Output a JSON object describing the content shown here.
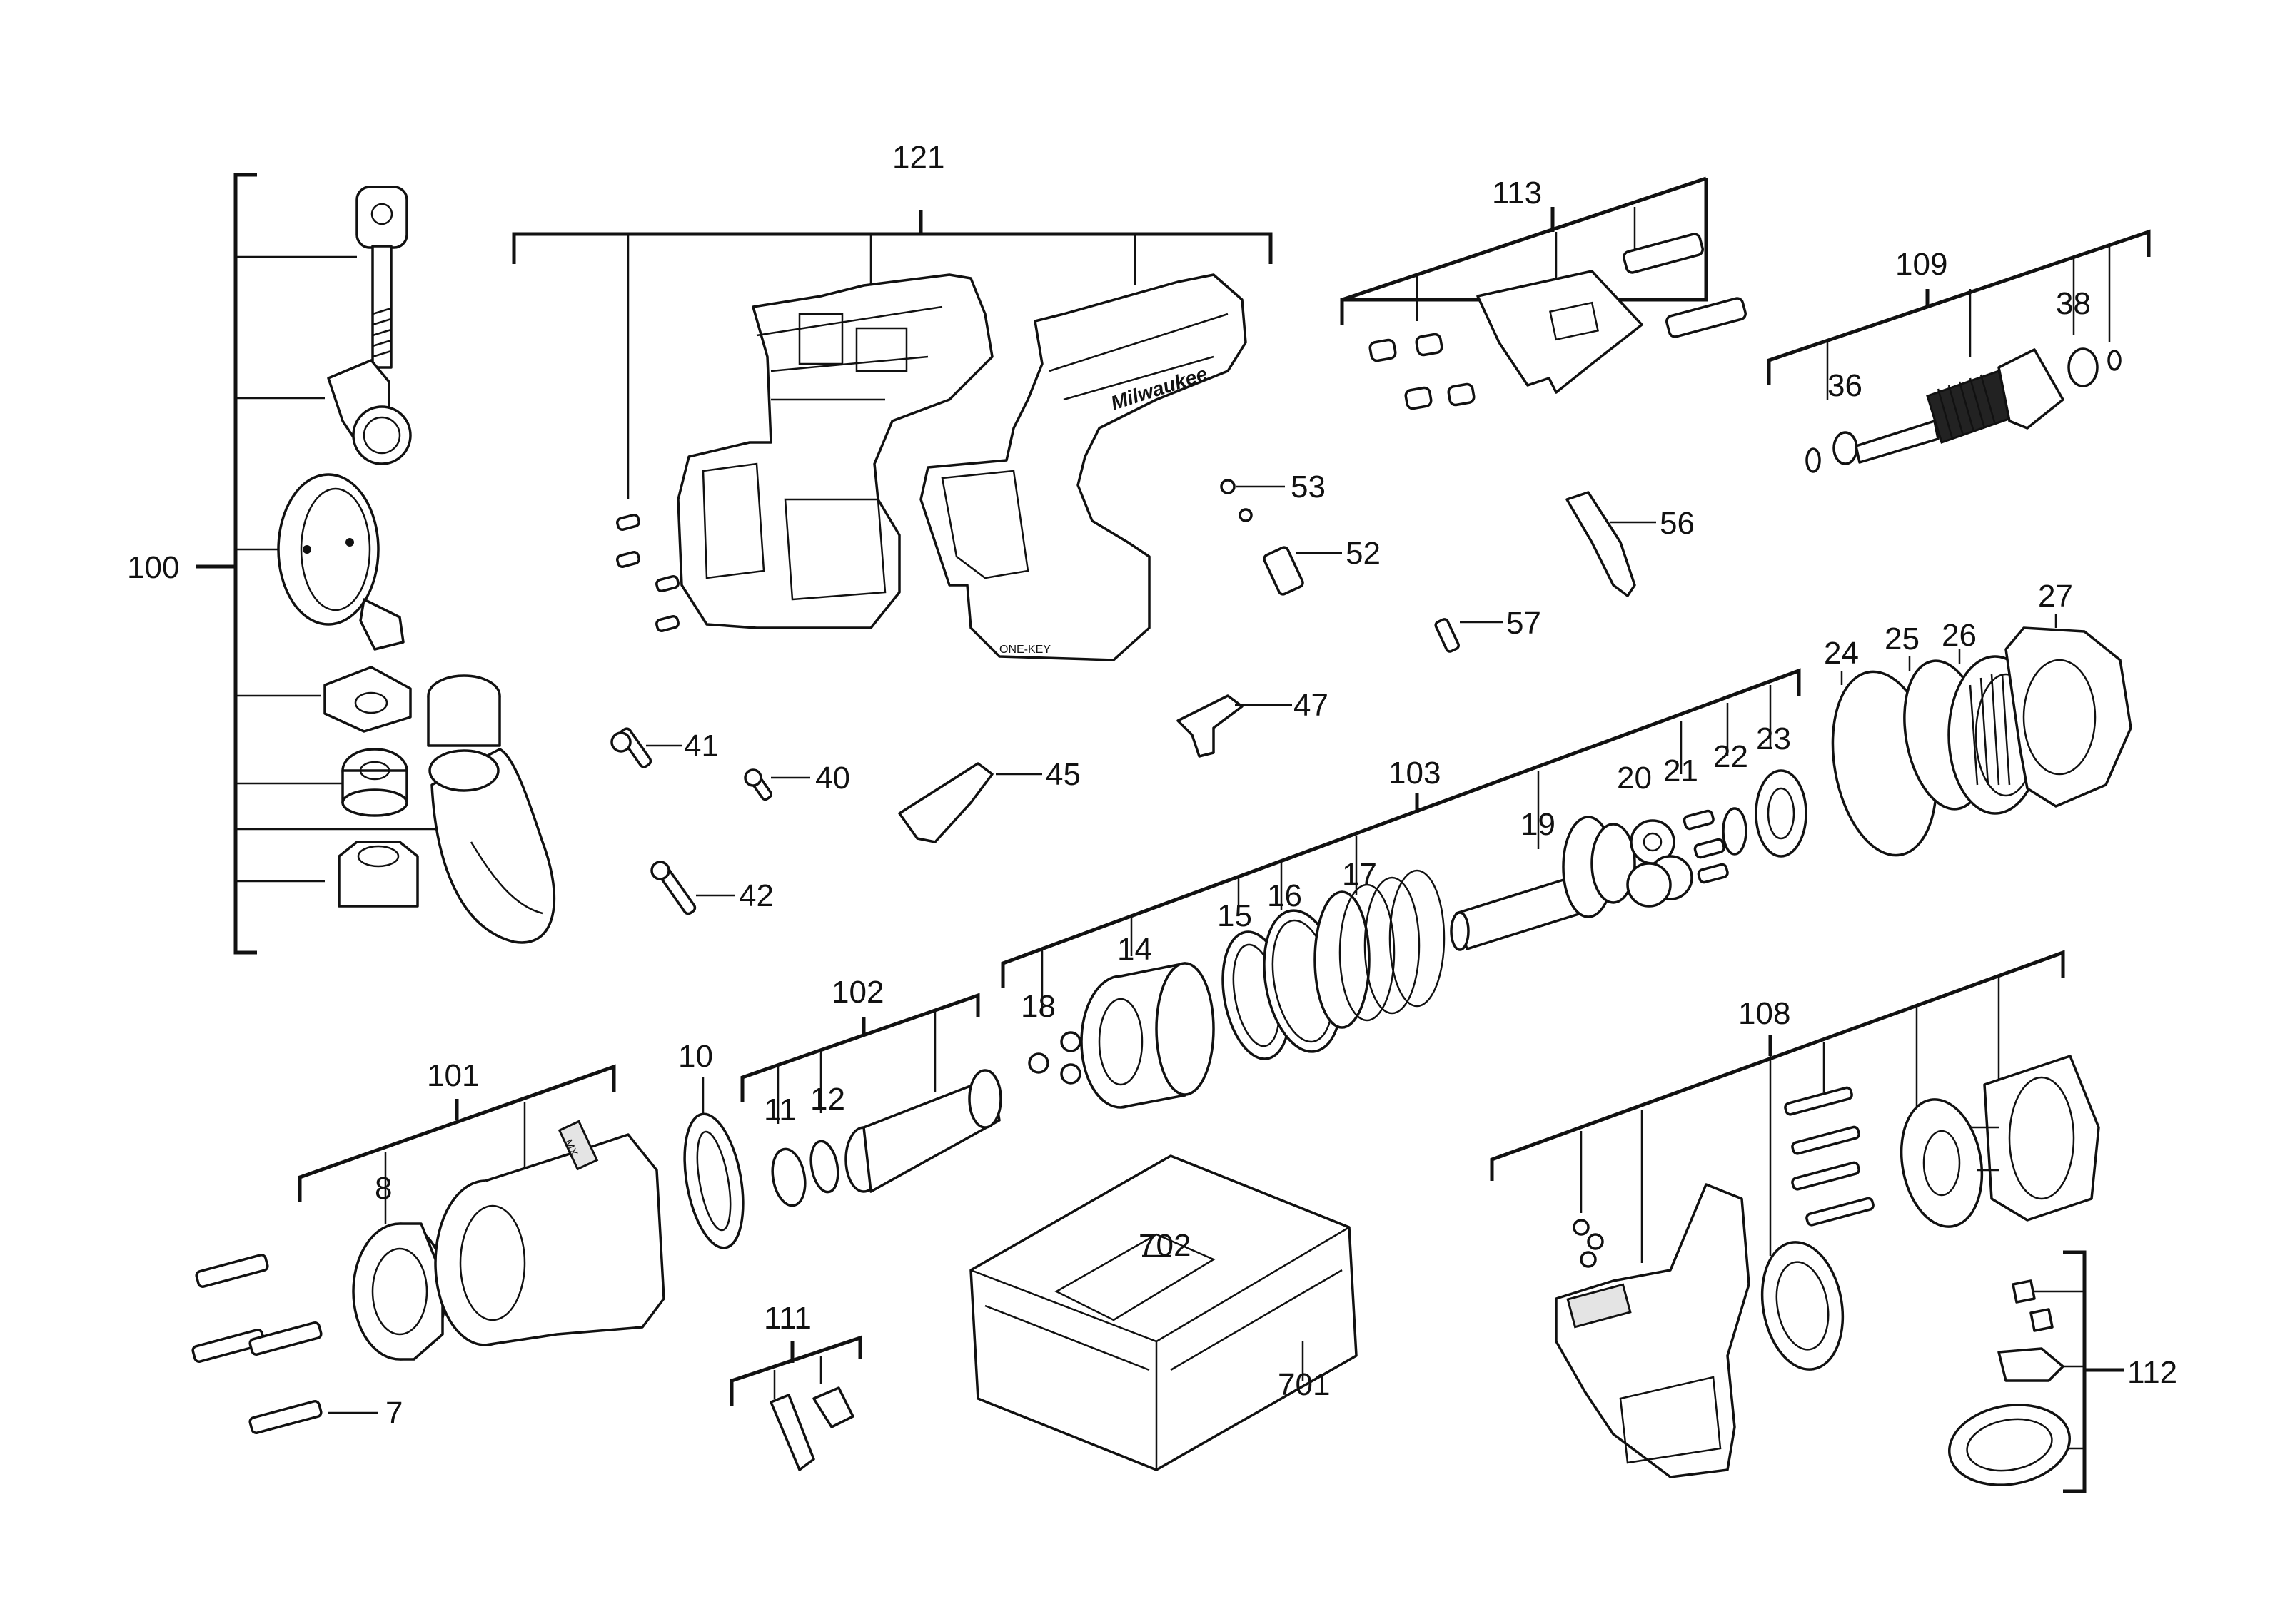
{
  "diagram": {
    "labels": {
      "l7": "7",
      "l8": "8",
      "l10": "10",
      "l11": "11",
      "l12": "12",
      "l14": "14",
      "l15": "15",
      "l16": "16",
      "l17": "17",
      "l18": "18",
      "l19": "19",
      "l20": "20",
      "l21": "21",
      "l22": "22",
      "l23": "23",
      "l24": "24",
      "l25": "25",
      "l26": "26",
      "l27": "27",
      "l36": "36",
      "l38": "38",
      "l40": "40",
      "l41": "41",
      "l42": "42",
      "l45": "45",
      "l47": "47",
      "l52": "52",
      "l53": "53",
      "l56": "56",
      "l57": "57",
      "l100": "100",
      "l101": "101",
      "l102": "102",
      "l103": "103",
      "l108": "108",
      "l109": "109",
      "l111": "111",
      "l112": "112",
      "l113": "113",
      "l121": "121",
      "l701": "701",
      "l702": "702"
    },
    "logos": {
      "brand": "Milwaukee",
      "badge": "MX FUEL",
      "fuel": "ONE-KEY"
    }
  }
}
